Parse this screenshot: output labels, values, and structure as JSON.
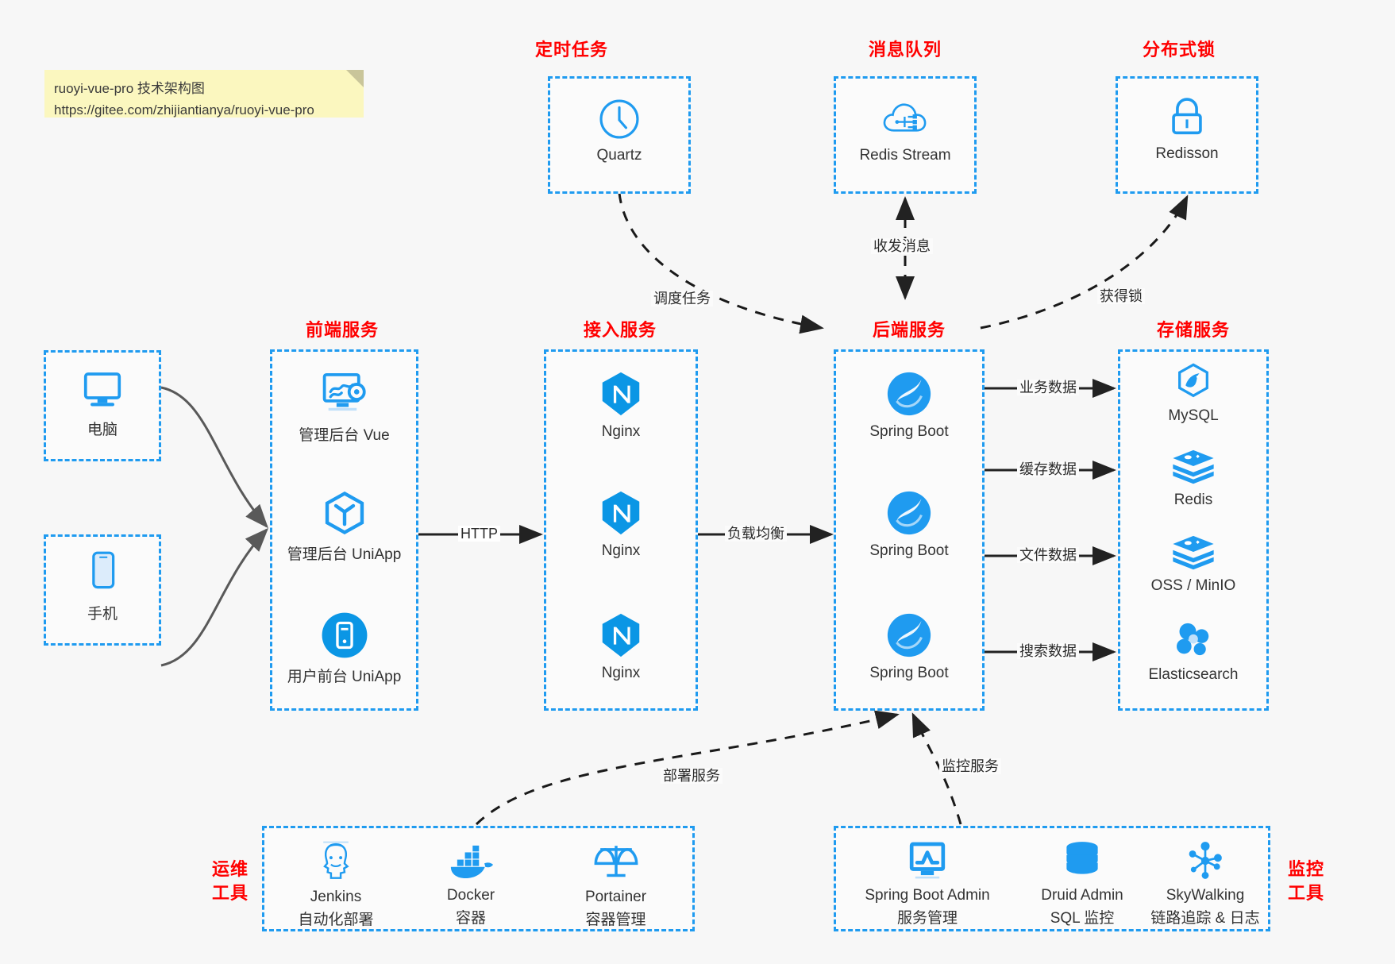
{
  "note": {
    "line1": "ruoyi-vue-pro 技术架构图",
    "line2": "https://gitee.com/zhijiantianya/ruoyi-vue-pro"
  },
  "colors": {
    "accent_blue": "#1f9bf0",
    "title_red": "#ff0000",
    "canvas": "#f7f7f7",
    "box_fill": "#fbfbfb",
    "text": "#333333",
    "arrow": "#222222",
    "curve_gray": "#595959"
  },
  "groups": {
    "scheduled_task": {
      "title": "定时任务"
    },
    "message_queue": {
      "title": "消息队列"
    },
    "distributed_lock": {
      "title": "分布式锁"
    },
    "frontend": {
      "title": "前端服务"
    },
    "gateway": {
      "title": "接入服务"
    },
    "backend": {
      "title": "后端服务"
    },
    "storage": {
      "title": "存储服务"
    },
    "devops": {
      "title_line1": "运维",
      "title_line2": "工具"
    },
    "monitor": {
      "title_line1": "监控",
      "title_line2": "工具"
    }
  },
  "clients": [
    {
      "label": "电脑",
      "icon": "desktop-icon"
    },
    {
      "label": "手机",
      "icon": "phone-icon"
    }
  ],
  "scheduled_task_nodes": [
    {
      "label": "Quartz",
      "icon": "clock-icon"
    }
  ],
  "message_queue_nodes": [
    {
      "label": "Redis Stream",
      "icon": "cloud-stream-icon"
    }
  ],
  "distributed_lock_nodes": [
    {
      "label": "Redisson",
      "icon": "lock-icon"
    }
  ],
  "frontend_nodes": [
    {
      "label": "管理后台 Vue",
      "icon": "dashboard-gear-icon"
    },
    {
      "label": "管理后台 UniApp",
      "icon": "cube-icon"
    },
    {
      "label": "用户前台 UniApp",
      "icon": "mobile-app-icon"
    }
  ],
  "gateway_nodes": [
    {
      "label": "Nginx",
      "icon": "nginx-icon"
    },
    {
      "label": "Nginx",
      "icon": "nginx-icon"
    },
    {
      "label": "Nginx",
      "icon": "nginx-icon"
    }
  ],
  "backend_nodes": [
    {
      "label": "Spring Boot",
      "icon": "spring-boot-icon"
    },
    {
      "label": "Spring Boot",
      "icon": "spring-boot-icon"
    },
    {
      "label": "Spring Boot",
      "icon": "spring-boot-icon"
    }
  ],
  "storage_nodes": [
    {
      "label": "MySQL",
      "icon": "mysql-icon"
    },
    {
      "label": "Redis",
      "icon": "redis-icon"
    },
    {
      "label": "OSS / MinIO",
      "icon": "oss-icon"
    },
    {
      "label": "Elasticsearch",
      "icon": "elasticsearch-icon"
    }
  ],
  "devops_nodes": [
    {
      "label": "Jenkins",
      "sub": "自动化部署",
      "icon": "jenkins-icon"
    },
    {
      "label": "Docker",
      "sub": "容器",
      "icon": "docker-icon"
    },
    {
      "label": "Portainer",
      "sub": "容器管理",
      "icon": "scales-icon"
    }
  ],
  "monitor_nodes": [
    {
      "label": "Spring Boot Admin",
      "sub": "服务管理",
      "icon": "monitor-chart-icon"
    },
    {
      "label": "Druid Admin",
      "sub": "SQL 监控",
      "icon": "database-icon"
    },
    {
      "label": "SkyWalking",
      "sub": "链路追踪 & 日志",
      "icon": "skywalking-icon"
    }
  ],
  "edge_labels": {
    "http": "HTTP",
    "load_balance": "负载均衡",
    "schedule_task": "调度任务",
    "send_receive_message": "收发消息",
    "acquire_lock": "获得锁",
    "business_data": "业务数据",
    "cache_data": "缓存数据",
    "file_data": "文件数据",
    "search_data": "搜索数据",
    "deploy_service": "部署服务",
    "monitor_service": "监控服务"
  }
}
